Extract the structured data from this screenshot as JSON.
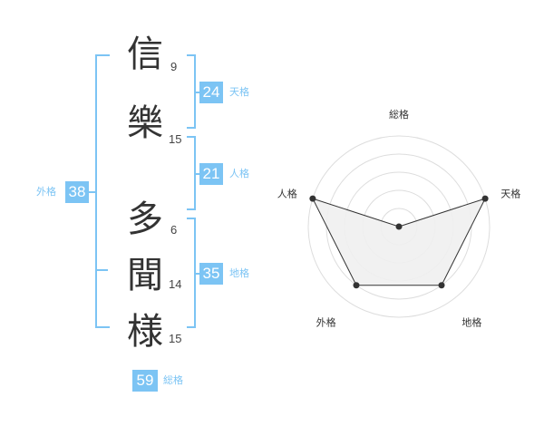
{
  "name": {
    "characters": [
      {
        "char": "信",
        "strokes": "9"
      },
      {
        "char": "樂",
        "strokes": "15"
      },
      {
        "char": "多",
        "strokes": "6"
      },
      {
        "char": "聞",
        "strokes": "14"
      },
      {
        "char": "様",
        "strokes": "15"
      }
    ]
  },
  "scores": {
    "tenkaku": {
      "value": "24",
      "label": "天格"
    },
    "jinkaku": {
      "value": "21",
      "label": "人格"
    },
    "chikaku": {
      "value": "35",
      "label": "地格"
    },
    "gaikaku": {
      "value": "38",
      "label": "外格"
    },
    "soukaku": {
      "value": "59",
      "label": "総格"
    }
  },
  "chart_data": {
    "type": "radar",
    "axes": [
      "総格",
      "天格",
      "地格",
      "外格",
      "人格"
    ],
    "values": [
      0,
      5,
      4,
      4,
      5
    ],
    "max": 5,
    "rings": 5,
    "colors": {
      "fill": "#f0f0f0",
      "line": "#333333",
      "grid": "#dddddd",
      "center": "#cccccc"
    }
  }
}
